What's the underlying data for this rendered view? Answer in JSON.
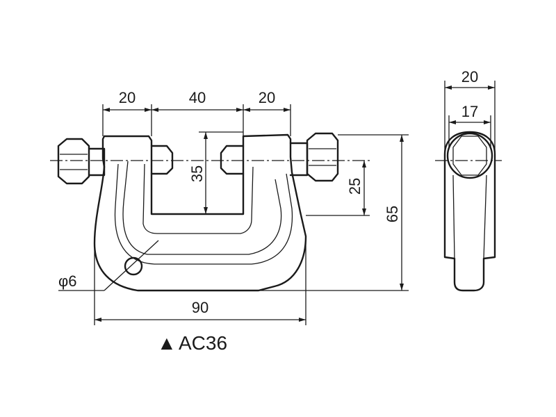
{
  "dimensions": {
    "top_left_width": "20",
    "top_gap_width": "40",
    "top_right_width": "20",
    "inner_height": "35",
    "screw_height": "25",
    "overall_height": "65",
    "overall_width": "90",
    "hole_diameter": "φ6",
    "side_width": "20",
    "side_inner_width": "17"
  },
  "model": {
    "marker": "▲",
    "name": "AC36"
  }
}
